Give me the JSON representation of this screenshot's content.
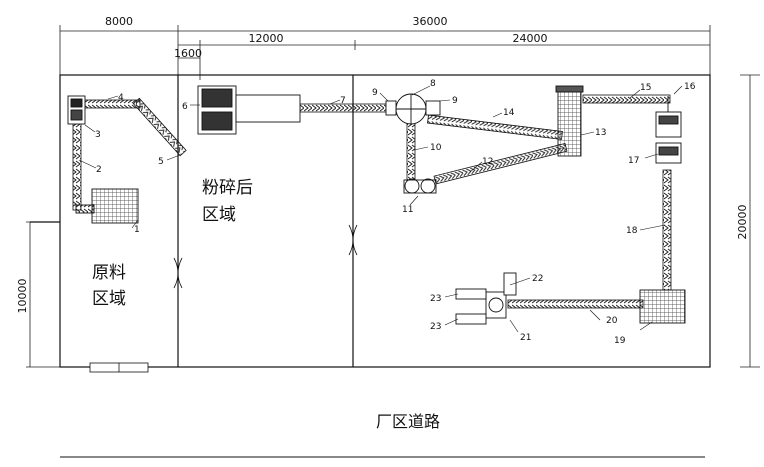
{
  "dimensions": {
    "top_left": "8000",
    "top_total": "36000",
    "sub_left": "1600",
    "sub_mid": "12000",
    "sub_right": "24000",
    "left_height": "10000",
    "right_height": "20000"
  },
  "areas": {
    "raw_line1": "原料",
    "raw_line2": "区域",
    "crushed_line1": "粉碎后",
    "crushed_line2": "区域"
  },
  "road_label": "厂区道路",
  "callouts": [
    "1",
    "2",
    "3",
    "4",
    "5",
    "6",
    "7",
    "8",
    "9",
    "9",
    "10",
    "11",
    "12",
    "13",
    "14",
    "15",
    "16",
    "17",
    "18",
    "19",
    "20",
    "21",
    "22",
    "23",
    "23"
  ]
}
